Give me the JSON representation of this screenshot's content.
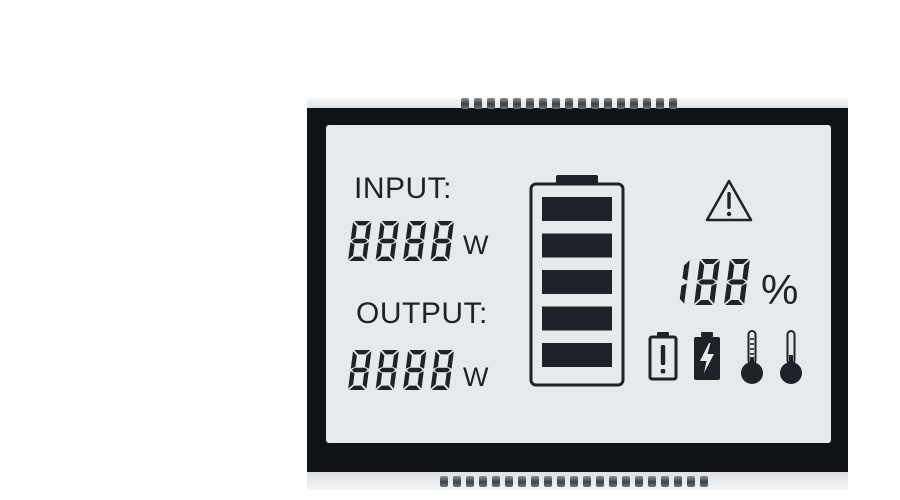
{
  "input_label": "INPUT:",
  "input_value": "8888",
  "input_unit": "W",
  "output_label": "OUTPUT:",
  "output_value": "8888",
  "output_unit": "W",
  "percent_value": "188",
  "percent_unit": "%",
  "battery_segments": 5,
  "icons": [
    "warning-triangle-icon",
    "battery-alert-icon",
    "battery-charging-icon",
    "thermometer-low-icon",
    "thermometer-high-icon"
  ],
  "colors": {
    "segment": "#1d2328",
    "screen": "#e5eaed",
    "bezel": "#101316"
  }
}
